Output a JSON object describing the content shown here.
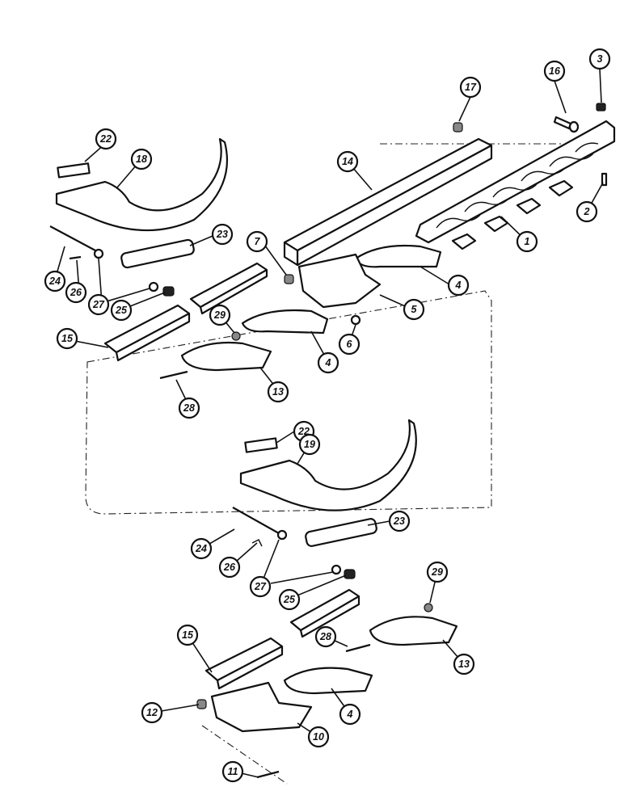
{
  "callouts": {
    "c1": "1",
    "c2": "2",
    "c3": "3",
    "c4a": "4",
    "c4b": "4",
    "c4c": "4",
    "c5": "5",
    "c6": "6",
    "c7": "7",
    "c10": "10",
    "c11": "11",
    "c12": "12",
    "c13a": "13",
    "c13b": "13",
    "c14": "14",
    "c15a": "15",
    "c15b": "15",
    "c16": "16",
    "c17": "17",
    "c18": "18",
    "c19": "19",
    "c22a": "22",
    "c22b": "22",
    "c23a": "23",
    "c23b": "23",
    "c24a": "24",
    "c24b": "24",
    "c25a": "25",
    "c25b": "25",
    "c26a": "26",
    "c26b": "26",
    "c27a": "27",
    "c27b": "27",
    "c28a": "28",
    "c28b": "28",
    "c29a": "29",
    "c29b": "29"
  }
}
